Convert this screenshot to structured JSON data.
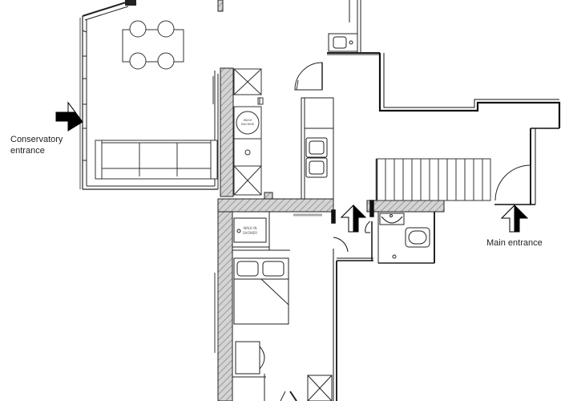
{
  "labels": {
    "conservatory_line1": "Conservatory",
    "conservatory_line2": "entrance",
    "main_entrance": "Main entrance",
    "shower_line1": "WALK IN",
    "shower_line2": "SHOWER",
    "washer_line1": "WASH",
    "washer_line2": "MACHINE"
  },
  "colors": {
    "wall": "#1a1a1a",
    "hatch": "#9a9a9a",
    "hatch_bg": "#d4d4d4",
    "fixture": "#444444",
    "arrow": "#000000"
  },
  "icons": {
    "entrance_marker": "arrow-icon"
  }
}
